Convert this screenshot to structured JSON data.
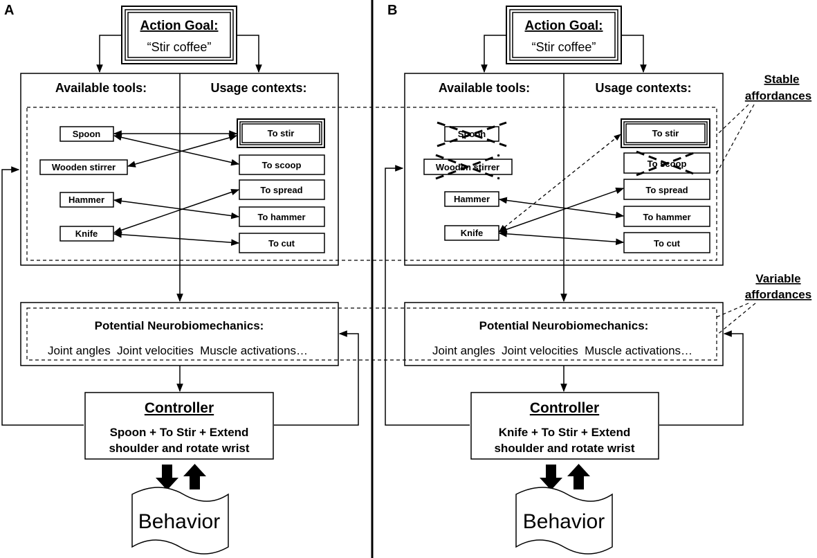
{
  "panels": {
    "A": {
      "letter": "A",
      "goal": {
        "title": "Action Goal:",
        "text": "“Stir coffee”"
      },
      "tools_header": "Available tools:",
      "contexts_header": "Usage contexts:",
      "tools": [
        "Spoon",
        "Wooden stirrer",
        "Hammer",
        "Knife"
      ],
      "contexts": [
        "To stir",
        "To scoop",
        "To spread",
        "To hammer",
        "To cut"
      ],
      "neuro": {
        "title": "Potential Neurobiomechanics:",
        "items": "Joint angles  Joint velocities  Muscle activations…"
      },
      "controller": {
        "title": "Controller",
        "line1": "Spoon + To Stir + Extend",
        "line2": "shoulder and rotate wrist"
      },
      "behavior": "Behavior"
    },
    "B": {
      "letter": "B",
      "goal": {
        "title": "Action Goal:",
        "text": "“Stir coffee”"
      },
      "tools_header": "Available tools:",
      "contexts_header": "Usage contexts:",
      "tools": [
        "Spoon",
        "Wooden stirrer",
        "Hammer",
        "Knife"
      ],
      "contexts": [
        "To stir",
        "To scoop",
        "To spread",
        "To hammer",
        "To cut"
      ],
      "crossed_out": [
        "Spoon",
        "Wooden stirrer",
        "To scoop"
      ],
      "neuro": {
        "title": "Potential Neurobiomechanics:",
        "items": "Joint angles  Joint velocities  Muscle activations…"
      },
      "controller": {
        "title": "Controller",
        "line1": "Knife + To Stir + Extend",
        "line2": "shoulder and rotate wrist"
      },
      "behavior": "Behavior"
    }
  },
  "annotations": {
    "stable": [
      "Stable",
      "affordances"
    ],
    "variable": [
      "Variable",
      "affordances"
    ]
  }
}
